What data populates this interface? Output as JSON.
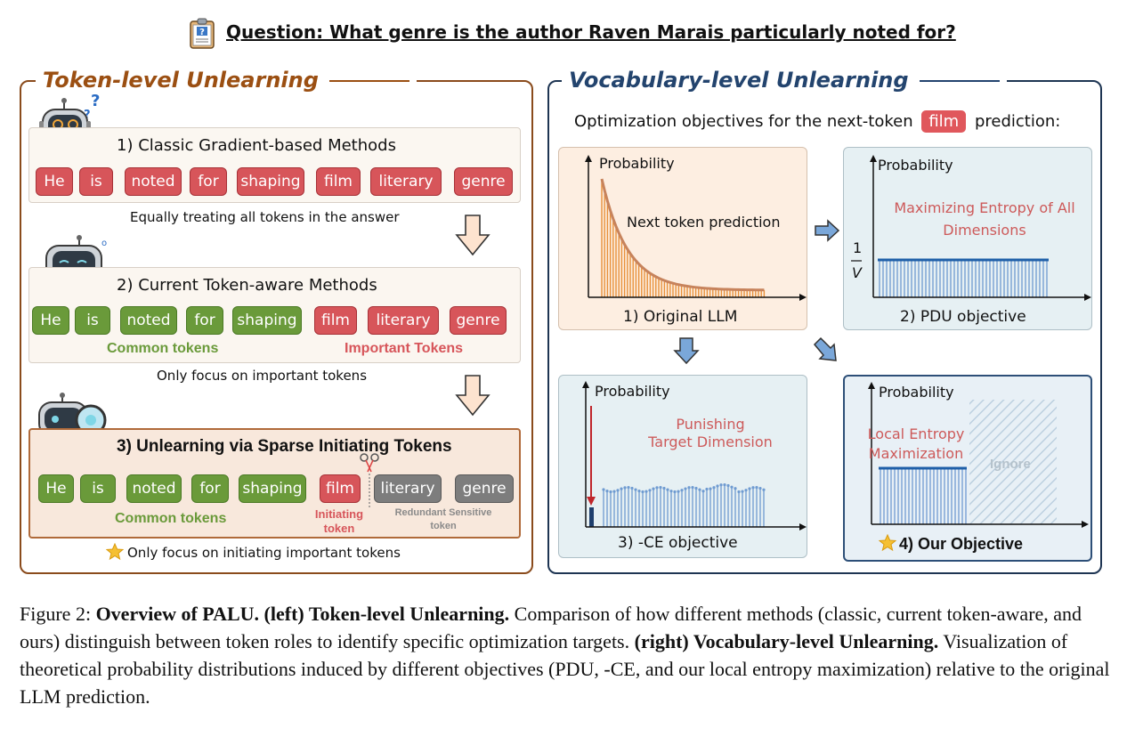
{
  "question": "Question: What genre is the author Raven Marais particularly noted for?",
  "left_panel": {
    "title": "Token-level Unlearning",
    "method1": {
      "label": "1) Classic Gradient-based Methods",
      "tokens": [
        "He",
        "is",
        "noted",
        "for",
        "shaping",
        "film",
        "literary",
        "genre"
      ],
      "caption": "Equally treating all tokens in the answer"
    },
    "method2": {
      "label": "2) Current Token-aware Methods",
      "tokens": [
        "He",
        "is",
        "noted",
        "for",
        "shaping",
        "film",
        "literary",
        "genre"
      ],
      "common_label": "Common tokens",
      "important_label": "Important Tokens",
      "caption": "Only focus on important tokens"
    },
    "method3": {
      "label": "3) Unlearning via Sparse Initiating Tokens",
      "tokens": [
        "He",
        "is",
        "noted",
        "for",
        "shaping",
        "film",
        "literary",
        "genre"
      ],
      "common_label": "Common tokens",
      "initiating_label_1": "Initiating",
      "initiating_label_2": "token",
      "redundant_label_1": "Redundant Sensitive",
      "redundant_label_2": "token",
      "caption": "Only focus on initiating important tokens"
    }
  },
  "right_panel": {
    "title": "Vocabulary-level Unlearning",
    "objective_prefix": "Optimization objectives for the next-token",
    "objective_token": "film",
    "objective_suffix": "prediction:",
    "plots": [
      {
        "ylabel": "Probability",
        "annotation": "Next token prediction",
        "caption": "1) Original LLM"
      },
      {
        "ylabel": "Probability",
        "annotation_1": "Maximizing Entropy of All",
        "annotation_2": "Dimensions",
        "frac_num": "1",
        "frac_den": "V",
        "caption": "2) PDU objective"
      },
      {
        "ylabel": "Probability",
        "annotation_1": "Punishing",
        "annotation_2": "Target Dimension",
        "caption": "3) -CE objective"
      },
      {
        "ylabel": "Probability",
        "annotation_1": "Local Entropy",
        "annotation_2": "Maximization",
        "ignore": "Ignore",
        "caption": "4) Our Objective"
      }
    ]
  },
  "figure_caption": {
    "prefix": "Figure 2: ",
    "bold1": "Overview of PALU. (left) Token-level Unlearning.",
    "text1": " Comparison of how different methods (classic, current token-aware, and ours) distinguish between token roles to identify specific optimization targets. ",
    "bold2": "(right) Vocabulary-level Unlearning.",
    "text2": " Visualization of theoretical probability distributions induced by different objectives (PDU, -CE, and our local entropy maximization) relative to the original LLM prediction."
  },
  "colors": {
    "token_red": "#d7555a",
    "token_green": "#6a9a3a",
    "token_gray": "#7d7d7d",
    "left_frame": "#8a4b1c",
    "right_frame": "#1e3553",
    "bar_orange": "#e8913a",
    "bar_blue": "#6f9bd1"
  },
  "icons": [
    "clipboard-question-icon",
    "robot-confused-icon",
    "robot-sleepy-icon",
    "robot-magnifier-icon",
    "scissors-icon",
    "star-icon",
    "arrow-down-icon",
    "arrow-right-icon",
    "arrow-diagonal-icon"
  ]
}
